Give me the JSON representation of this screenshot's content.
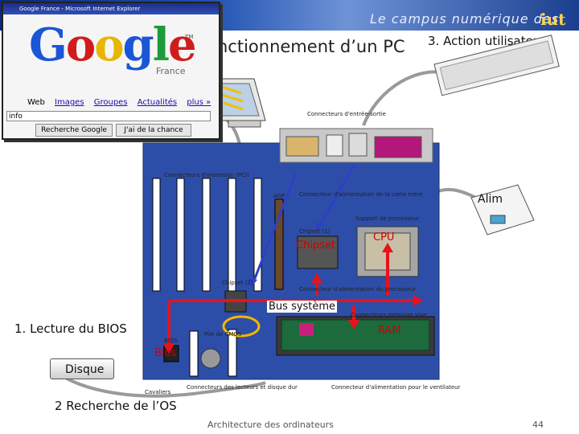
{
  "banner": {
    "text": "Le campus numérique des",
    "logo": "iut"
  },
  "slide": {
    "title": "nctionnement d’un PC",
    "step3": "3. Action utilisateur",
    "step1": "1. Lecture du BIOS",
    "step2": "2 Recherche de l’OS",
    "footer": "Architecture des ordinateurs",
    "page": "44"
  },
  "google": {
    "window_title": "Google France - Microsoft Internet Explorer",
    "logo": "Google",
    "tm": "TM",
    "region": "France",
    "tabs": [
      "Web",
      "Images",
      "Groupes",
      "Actualités",
      "plus »"
    ],
    "search_value": "info",
    "button_search": "Recherche Google",
    "button_lucky": "J'ai de la chance"
  },
  "board_labels": {
    "io": "Connecteurs d'entrée-sortie",
    "expansion": "Connecteurs d'extension (PCI)",
    "agp": "AGP",
    "power_main": "Connecteur d'alimentation de la carte mère",
    "cpu_socket": "Support de processeur",
    "chipset1": "Chipset (1)",
    "power_cpu": "Connecteur d'alimentation du processeur",
    "chipset2": "Chipset (2)",
    "memory": "Connecteurs mémoire vive",
    "bios": "BIOS",
    "battery": "Pile de CMOS",
    "disk_conn": "Connecteurs des lecteurs et disque dur",
    "jumpers": "Cavaliers",
    "power_fan": "Connecteur d'alimentation pour le ventilateur"
  },
  "components": {
    "alim": "Alim",
    "chipset": "Chipset",
    "cpu": "CPU",
    "bus": "Bus système",
    "ram": "RAM",
    "bios": "Bios",
    "disk": "Disque"
  },
  "colors": {
    "arrow_red": "#e8121c",
    "arrow_blue": "#2f3fc4",
    "ring": "#f2b600",
    "board": "#2d4ea8"
  }
}
